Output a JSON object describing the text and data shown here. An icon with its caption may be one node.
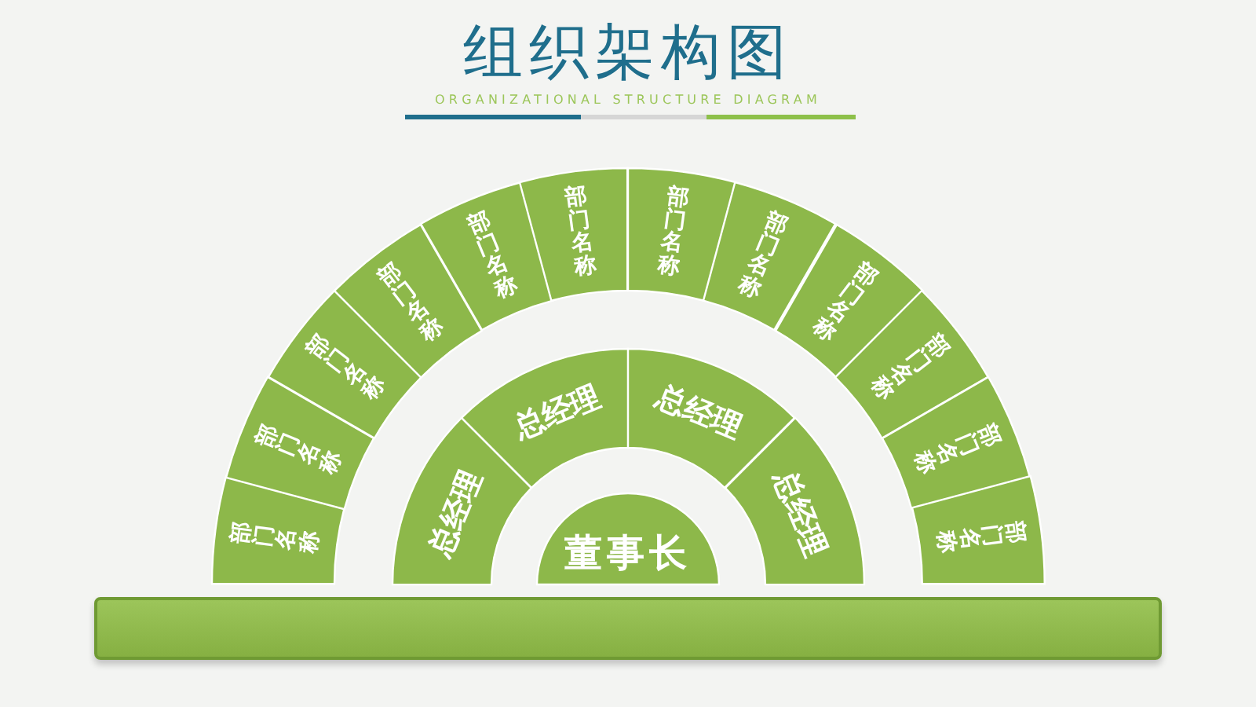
{
  "diagram": {
    "title": "组织架构图",
    "nodes": [
      {
        "text": [
          "董事长"
        ]
      },
      {
        "text": [
          "总经理"
        ]
      },
      {
        "text": [
          "总经理"
        ]
      },
      {
        "text": [
          "总经理"
        ]
      },
      {
        "text": [
          "总经理"
        ]
      },
      {
        "text": [
          "部门名称"
        ]
      },
      {
        "text": [
          "部门名称"
        ]
      },
      {
        "text": [
          "部门名称"
        ]
      },
      {
        "text": [
          "部门名称"
        ]
      },
      {
        "text": [
          "部门名称"
        ]
      },
      {
        "text": [
          "部门名称"
        ]
      },
      {
        "text": [
          "部门名称"
        ]
      },
      {
        "text": [
          "部门名称"
        ]
      },
      {
        "text": [
          "部门名称"
        ]
      },
      {
        "text": [
          "部门名称"
        ]
      },
      {
        "text": [
          "部门名称"
        ]
      },
      {
        "text": [
          "部门名称"
        ]
      },
      {
        "text": [],
        "shape": "bar"
      }
    ],
    "edges": [],
    "labels": [
      "ORGANIZATIONAL STRUCTURE DIAGRAM"
    ]
  }
}
